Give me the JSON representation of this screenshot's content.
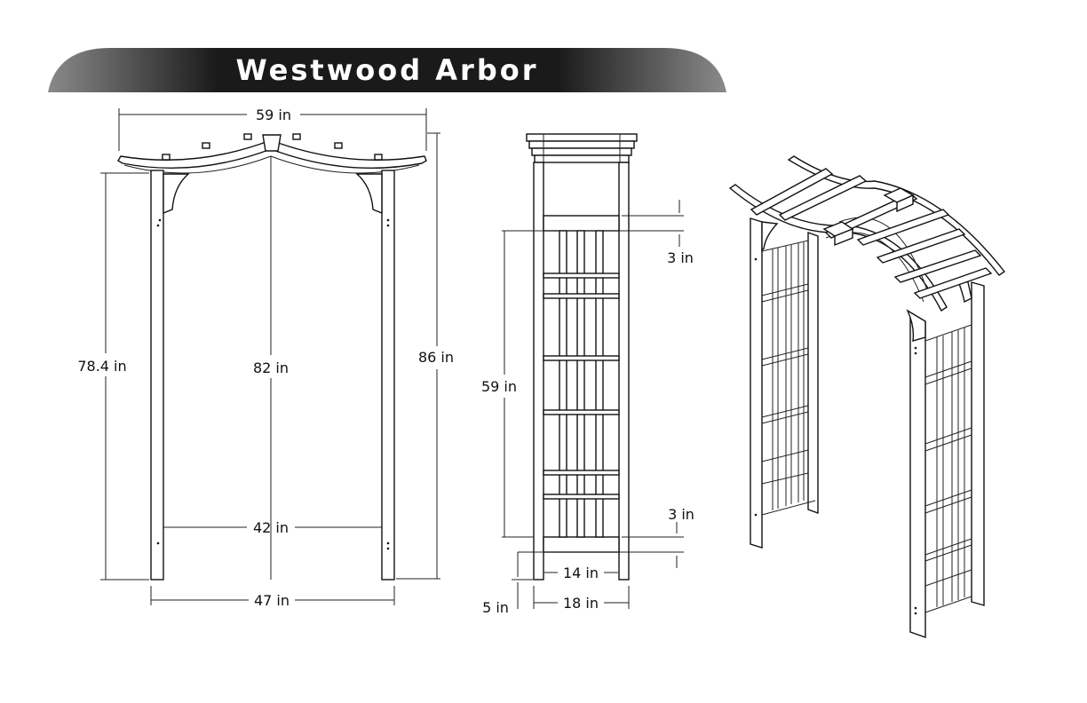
{
  "title": "Westwood Arbor",
  "colors": {
    "banner_dark": "#1a1a1a",
    "banner_light": "#8a8a8a",
    "line": "#111111"
  },
  "front_view": {
    "overall_width": "59 in",
    "post_height_outer": "78.4 in",
    "arch_height": "82 in",
    "overall_height": "86 in",
    "inner_width": "42 in",
    "outer_width": "47 in"
  },
  "side_view": {
    "top_rail_height": "3 in",
    "lattice_height": "59 in",
    "bottom_rail_height": "3 in",
    "inner_depth": "14 in",
    "outer_depth": "18 in",
    "ground_clearance": "5 in"
  }
}
